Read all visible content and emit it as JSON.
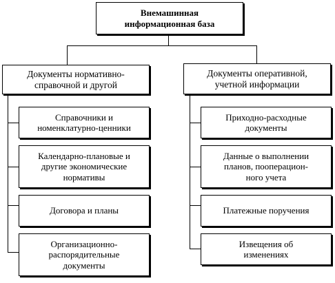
{
  "root": {
    "label": "Внемашинная\nинформационная база"
  },
  "categories": [
    {
      "label": "Документы нормативно-\nсправочной и другой",
      "children": [
        "Справочники и\nноменклатурно-ценники",
        "Календарно-плановые и\nдругие экономические\nнормативы",
        "Договора и планы",
        "Организационно-\nраспорядительные\nдокументы"
      ]
    },
    {
      "label": "Документы оперативной,\nучетной информации",
      "children": [
        "Приходно-расходные\nдокументы",
        "Данные о выполнении\nпланов, пооперацион-\nного учета",
        "Платежные поручения",
        "Извещения об\nизменениях"
      ]
    }
  ]
}
